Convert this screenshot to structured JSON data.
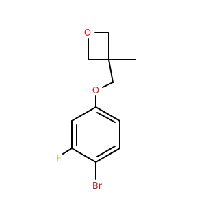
{
  "molecule": {
    "atoms": {
      "oxetane_oxygen": "O",
      "ether_oxygen": "O",
      "fluorine": "F",
      "bromine": "Br",
      "methyl_carbon": ""
    },
    "colors": {
      "bond": "#000000",
      "oxygen": "#ff0d0d",
      "fluorine": "#90e050",
      "bromine": "#a62929"
    }
  }
}
